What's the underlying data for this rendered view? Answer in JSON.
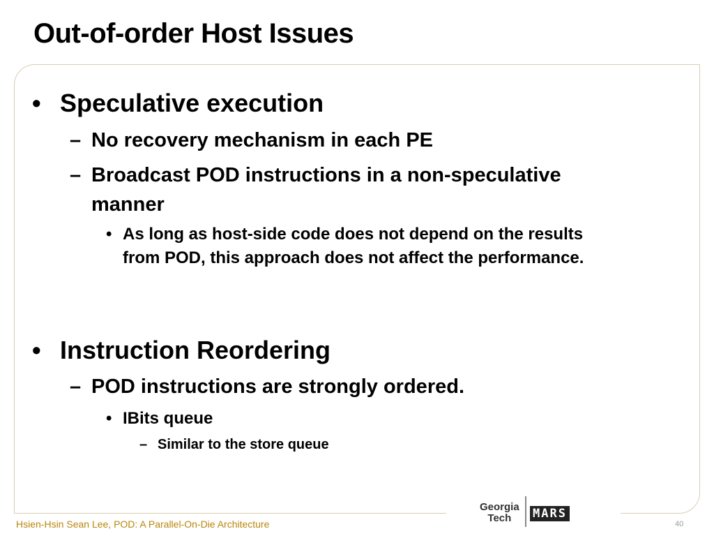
{
  "slide": {
    "title": "Out-of-order Host Issues",
    "bullet_marker": "•",
    "dash_marker": "–",
    "items": [
      {
        "level": 1,
        "text": "Speculative execution"
      },
      {
        "level": 2,
        "text": "No recovery mechanism in each PE"
      },
      {
        "level": 2,
        "text": "Broadcast POD instructions in a non-speculative",
        "cont": "manner"
      },
      {
        "level": 3,
        "text": "As long as host-side code does not depend on the results",
        "cont": "from POD, this approach does not affect the performance."
      },
      {
        "level": 1,
        "text": "Instruction Reordering"
      },
      {
        "level": 2,
        "text": "POD instructions are strongly ordered."
      },
      {
        "level": 3,
        "text": "IBits queue"
      },
      {
        "level": 4,
        "text": "Similar to the store queue"
      }
    ]
  },
  "footer": {
    "text": "Hsien-Hsin Sean Lee, POD: A Parallel-On-Die Architecture",
    "page_number": "40"
  },
  "logo": {
    "line1": "Georgia",
    "line2": "Tech",
    "mars": "MARS"
  },
  "colors": {
    "frame_border": "#d8ceb5",
    "footer_text": "#b8860b"
  }
}
